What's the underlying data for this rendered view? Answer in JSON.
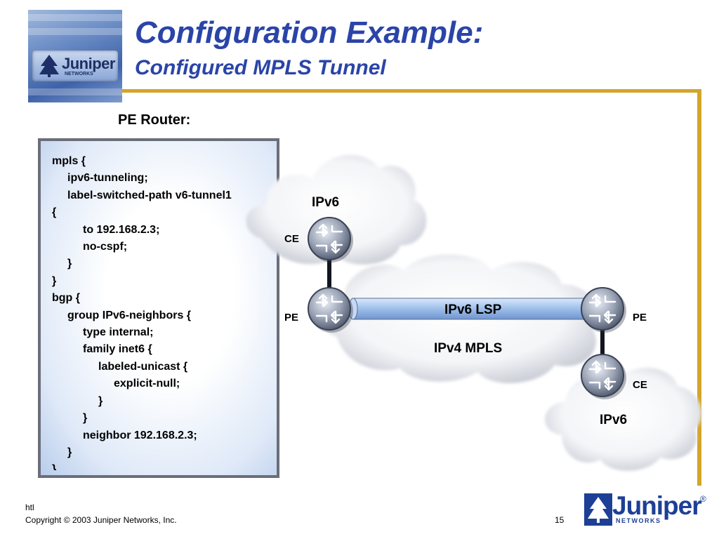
{
  "slide": {
    "title": "Configuration Example:",
    "subtitle": "Configured MPLS Tunnel",
    "section_label": "PE Router:",
    "page_number": "15"
  },
  "hero_logo": {
    "word": "Juniper",
    "sub": "NETWORKS"
  },
  "config_lines": [
    {
      "indent": 0,
      "text": "mpls {"
    },
    {
      "indent": 1,
      "text": "ipv6-tunneling;"
    },
    {
      "indent": 1,
      "text": "label-switched-path v6-tunnel1"
    },
    {
      "indent": 0,
      "text": "{"
    },
    {
      "indent": 2,
      "text": "to 192.168.2.3;"
    },
    {
      "indent": 2,
      "text": "no-cspf;"
    },
    {
      "indent": 1,
      "text": "}"
    },
    {
      "indent": 0,
      "text": "}"
    },
    {
      "indent": 0,
      "text": "bgp {"
    },
    {
      "indent": 1,
      "text": "group IPv6-neighbors {"
    },
    {
      "indent": 2,
      "text": "type internal;"
    },
    {
      "indent": 2,
      "text": "family inet6 {"
    },
    {
      "indent": 3,
      "text": "labeled-unicast {"
    },
    {
      "indent": 4,
      "text": "explicit-null;"
    },
    {
      "indent": 3,
      "text": "}"
    },
    {
      "indent": 2,
      "text": "}"
    },
    {
      "indent": 2,
      "text": "neighbor 192.168.2.3;"
    },
    {
      "indent": 1,
      "text": "}"
    },
    {
      "indent": 0,
      "text": "}"
    }
  ],
  "diagram": {
    "cloud_top_label": "IPv6",
    "cloud_mid_label": "IPv4 MPLS",
    "cloud_bottom_label": "IPv6",
    "tunnel_label": "IPv6 LSP",
    "router_ce_top": "CE",
    "router_pe_left": "PE",
    "router_pe_right": "PE",
    "router_ce_bottom": "CE"
  },
  "footer": {
    "htl": "htl",
    "copyright": "Copyright © 2003 Juniper Networks, Inc.",
    "logo_word": "Juniper",
    "logo_reg": "®",
    "logo_sub": "NETWORKS"
  },
  "colors": {
    "title": "#2a44a8",
    "gold": "#d4a52a",
    "tunnel": "#a9c8ee",
    "brand": "#1d3f96"
  }
}
